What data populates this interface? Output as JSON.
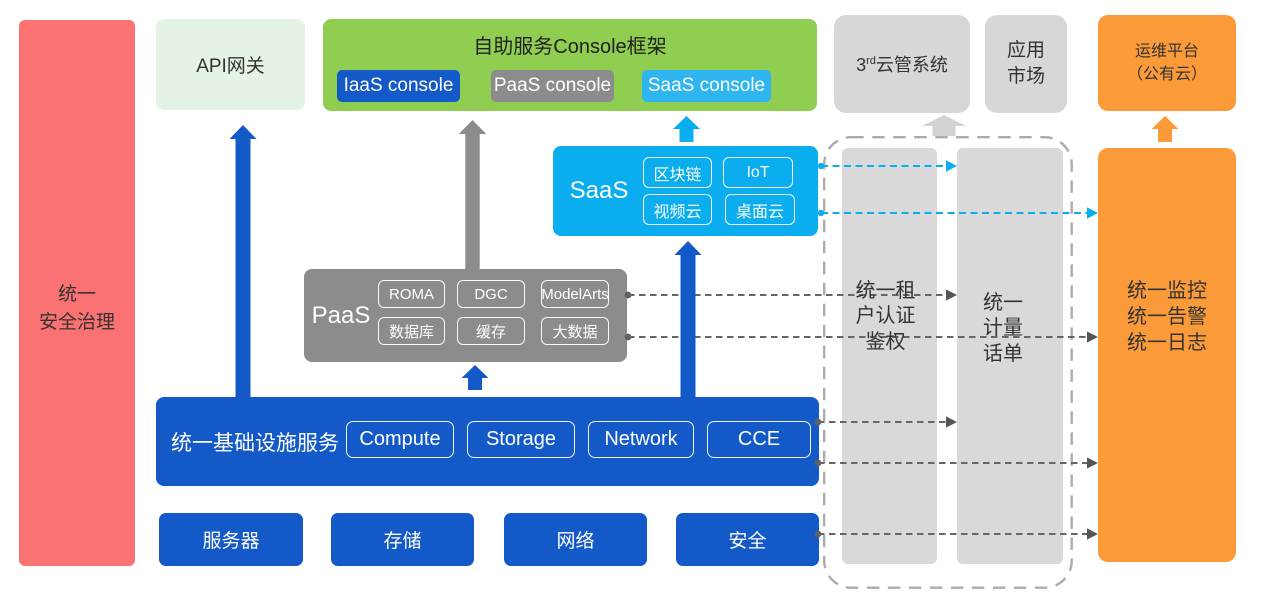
{
  "diagram": {
    "kind": "cloud-platform-architecture",
    "background": "#ffffff"
  },
  "palette": {
    "salmon": "#FB7272",
    "light_green": "#E4F3E3",
    "green": "#90CE51",
    "blue": "#1359C8",
    "cyan": "#0AAEEE",
    "cyan_chip": "#2FB5EF",
    "gray": "#8C8C8C",
    "light_gray_box": "#D7D7D7",
    "pillar_gray": "#D9D9D9",
    "orange": "#FB9A38",
    "dashed_border": "#B0B0B0",
    "connector_gray": "#666666",
    "text_dark": "#333333",
    "text_white": "#ffffff"
  },
  "nodes": {
    "security": {
      "label": "统一\n安全治理"
    },
    "api_gateway": {
      "label": "API网关"
    },
    "console_frame": {
      "title": "自助服务Console框架",
      "chips": [
        "IaaS console",
        "PaaS console",
        "SaaS console"
      ]
    },
    "cloud_mgmt": {
      "prefix": "3",
      "sup": "rd",
      "rest": "云管系统"
    },
    "app_market": {
      "label": "应用\n市场"
    },
    "ops_platform": {
      "label": "运维平台\n（公有云）"
    },
    "saas": {
      "label": "SaaS",
      "chips": [
        "区块链",
        "IoT",
        "视频云",
        "桌面云"
      ]
    },
    "paas": {
      "label": "PaaS",
      "chips": [
        "ROMA",
        "DGC",
        "ModelArts",
        "数据库",
        "缓存",
        "大数据"
      ]
    },
    "infra": {
      "label": "统一基础设施服务",
      "chips": [
        "Compute",
        "Storage",
        "Network",
        "CCE"
      ]
    },
    "hardware": {
      "items": [
        "服务器",
        "存储",
        "网络",
        "安全"
      ]
    },
    "tenant_auth": {
      "label": "统一租\n户认证\n鉴权"
    },
    "metering": {
      "label": "统一\n计量\n话单"
    },
    "monitor": {
      "label": "统一监控\n统一告警\n统一日志"
    }
  },
  "flows": {
    "solid_arrows": [
      {
        "name": "infra-to-api-gateway",
        "color": "#1359C8"
      },
      {
        "name": "paas-to-console-frame",
        "color": "#8C8C8C"
      },
      {
        "name": "saas-to-console-frame",
        "color": "#0AAEEE"
      },
      {
        "name": "infra-to-paas",
        "color": "#1359C8"
      },
      {
        "name": "infra-to-saas",
        "color": "#1359C8"
      },
      {
        "name": "group-to-cloud-mgmt",
        "color": "#D2D2D2"
      },
      {
        "name": "monitor-to-ops-platform",
        "color": "#FB9A38"
      }
    ],
    "dashed_connectors": [
      {
        "name": "saas-to-metering",
        "color": "#0AAEEE"
      },
      {
        "name": "saas-to-monitor",
        "color": "#0AAEEE"
      },
      {
        "name": "paas-to-metering",
        "color": "#666666"
      },
      {
        "name": "paas-to-monitor",
        "color": "#666666"
      },
      {
        "name": "infra-to-metering",
        "color": "#666666"
      },
      {
        "name": "infra-to-monitor",
        "color": "#666666"
      },
      {
        "name": "security-hw-to-monitor",
        "color": "#666666"
      }
    ]
  }
}
